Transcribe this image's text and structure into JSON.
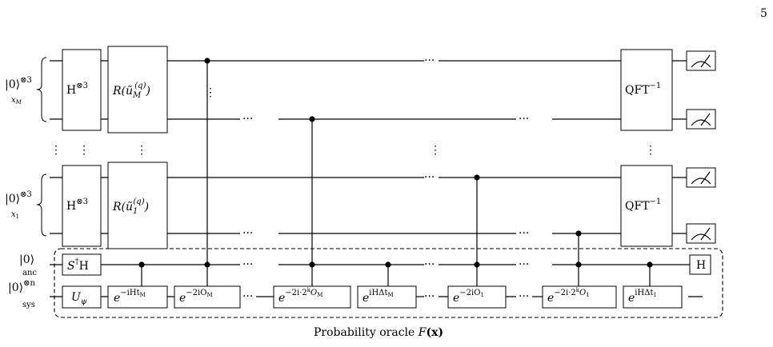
{
  "page_number": "5",
  "registers": {
    "xM_ket": "|0⟩",
    "xM_power": "⊗3",
    "xM_sub": "x",
    "xM_subsub": "M",
    "x1_ket": "|0⟩",
    "x1_power": "⊗3",
    "x1_sub": "x",
    "x1_subsub": "1",
    "anc_ket": "|0⟩",
    "anc_sub": "anc",
    "sys_ket": "|0⟩",
    "sys_power": "⊗n",
    "sys_sub": "sys"
  },
  "gates": {
    "hadamard_main": "H",
    "hadamard_power": "⊗3",
    "rotation_prefix": "R(ũ",
    "rotation_M_sub": "M",
    "rotation_1_sub": "1",
    "rotation_sup": "(q)",
    "rotation_suffix": ")",
    "qft": "QFT",
    "qft_power": "−1",
    "sdagger_h": "S",
    "sdagger_sup": "†",
    "sdagger_h_tail": "H",
    "u_psi": "U",
    "u_psi_sub": "ψ",
    "final_h": "H",
    "exp_base": "e",
    "exp_ihtm": "−iHt",
    "exp_ihtm_sub": "M",
    "exp_2iom": "−2iO",
    "exp_2iom_sub": "M",
    "exp_2k_om": "−2i·2",
    "exp_2k_om_k": "k",
    "exp_2k_om_o": "O",
    "exp_2k_om_sub": "M",
    "exp_ihdtm": "iHΔt",
    "exp_ihdtm_sub": "M",
    "exp_2io1": "−2iO",
    "exp_2io1_sub": "1",
    "exp_2k_o1": "−2i·2",
    "exp_2k_o1_k": "k",
    "exp_2k_o1_o": "O",
    "exp_2k_o1_sub": "1",
    "exp_ihdt1": "iHΔt",
    "exp_ihdt1_sub": "1"
  },
  "caption": {
    "text": "Probability oracle ",
    "symbol": "F",
    "arg": "(x)"
  },
  "ellipsis": "···",
  "vdots": "⋮",
  "colors": {
    "rotation_fill": "#d9f5cc",
    "time_evo_fill": "#fde9cf",
    "oracle_fill": "#e8d3e8",
    "wire": "#000000"
  }
}
